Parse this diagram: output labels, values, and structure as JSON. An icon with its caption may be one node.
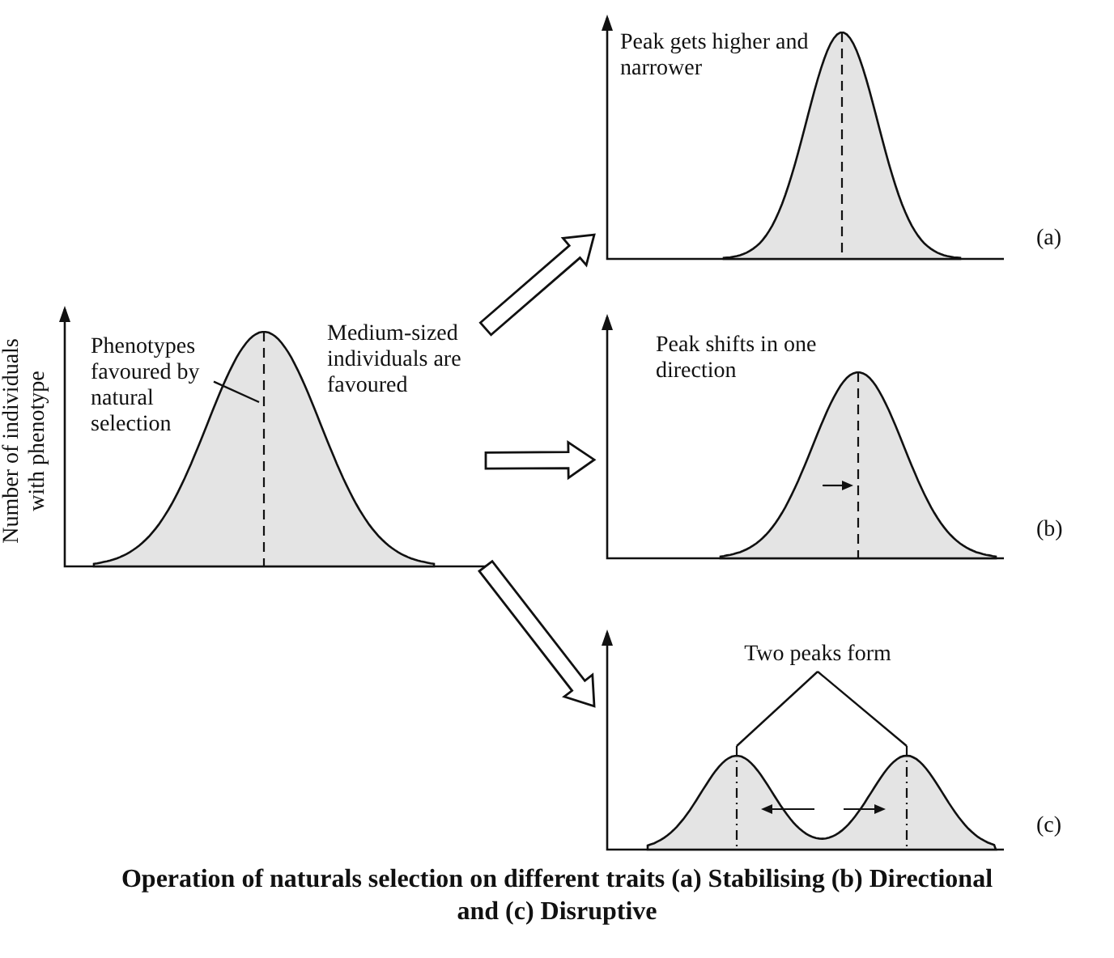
{
  "diagram": {
    "caption": "Operation of naturals selection on different traits (a) Stabilising (b) Directional and (c) Disruptive",
    "nodes": [
      {
        "text": [
          "Medium-sized individuals are favoured"
        ],
        "beside": [
          "Number of individuals with phenotype"
        ]
      },
      {
        "text": [
          "Phenotypes favoured by natural selection"
        ],
        "in": 0
      },
      {
        "text": [],
        "shape": "line",
        "in": 0
      },
      {
        "text": [
          "Peak gets higher and narrower"
        ],
        "beside": [
          "(a)"
        ]
      },
      {
        "text": [
          "Peak shifts in one direction"
        ],
        "beside": [
          "(b)"
        ]
      },
      {
        "text": [],
        "shape": "picture",
        "beside": [
          "(c)"
        ]
      },
      {
        "text": [
          "Two peaks form"
        ],
        "in": 5
      },
      {
        "text": [],
        "shape": "line",
        "in": 5
      },
      {
        "text": [],
        "shape": "line",
        "in": 5
      }
    ],
    "edges": [
      {
        "from": 0,
        "to": 3,
        "arrow": "to",
        "style": "thick"
      },
      {
        "from": 0,
        "to": 4,
        "arrow": "to",
        "style": "thick"
      },
      {
        "from": 0,
        "to": 5,
        "arrow": "to",
        "style": "thick"
      },
      {
        "from": 1,
        "to": 2,
        "arrow": "none"
      },
      {
        "from": 6,
        "to": 7,
        "arrow": "none"
      },
      {
        "from": 6,
        "to": 8,
        "arrow": "none"
      }
    ]
  }
}
